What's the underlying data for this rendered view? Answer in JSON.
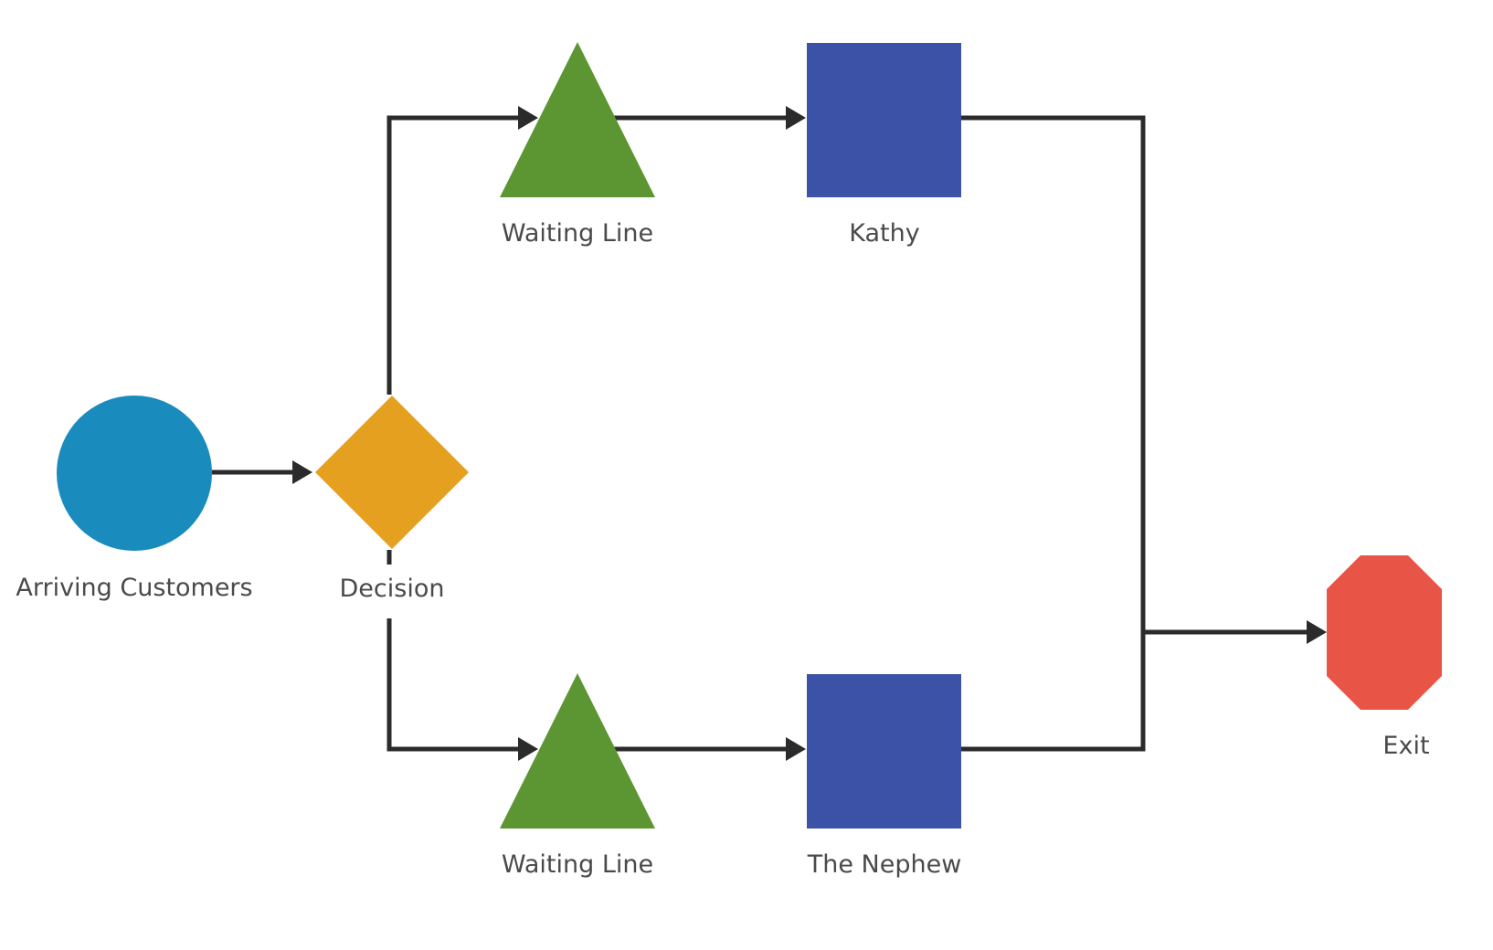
{
  "diagram": {
    "colors": {
      "source": "#1a8bbd",
      "decision": "#e5a020",
      "queue": "#5c9632",
      "server": "#3c52a6",
      "exit": "#e85445",
      "connector": "#2b2b2b",
      "label": "#4a4a4a"
    },
    "nodes": {
      "arriving": {
        "label": "Arriving Customers",
        "shape": "circle"
      },
      "decision": {
        "label": "Decision",
        "shape": "diamond"
      },
      "queue_top": {
        "label": "Waiting Line",
        "shape": "triangle"
      },
      "server_top": {
        "label": "Kathy",
        "shape": "square"
      },
      "queue_bottom": {
        "label": "Waiting Line",
        "shape": "triangle"
      },
      "server_bottom": {
        "label": "The Nephew",
        "shape": "square"
      },
      "exit": {
        "label": "Exit",
        "shape": "octagon"
      }
    },
    "edges": [
      {
        "from": "arriving",
        "to": "decision"
      },
      {
        "from": "decision",
        "to": "queue_top"
      },
      {
        "from": "decision",
        "to": "queue_bottom"
      },
      {
        "from": "queue_top",
        "to": "server_top"
      },
      {
        "from": "queue_bottom",
        "to": "server_bottom"
      },
      {
        "from": "server_top",
        "to": "exit"
      },
      {
        "from": "server_bottom",
        "to": "exit"
      }
    ]
  }
}
